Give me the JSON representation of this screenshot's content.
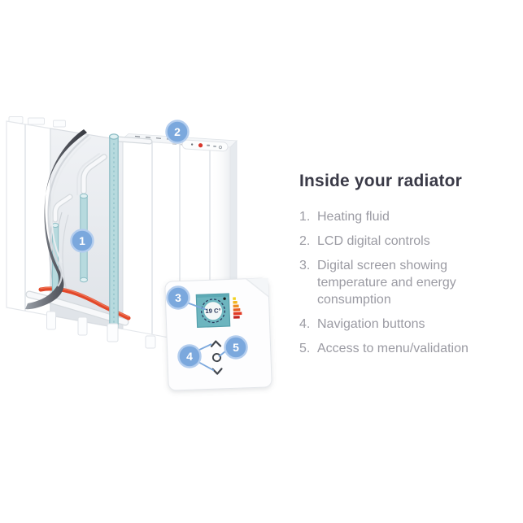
{
  "title": "Inside your radiator",
  "info_list": {
    "items": [
      {
        "num": "1.",
        "text": "Heating fluid"
      },
      {
        "num": "2.",
        "text": "LCD digital controls"
      },
      {
        "num": "3.",
        "text": "Digital screen showing temperature and energy consumption"
      },
      {
        "num": "4.",
        "text": "Navigation buttons"
      },
      {
        "num": "5.",
        "text": "Access to menu/validation"
      }
    ]
  },
  "diagram": {
    "callouts": [
      "1",
      "2",
      "3",
      "4",
      "5"
    ],
    "control_panel": {
      "screen_value": "19 C°"
    },
    "icons": {
      "chevron_up": "up-navigation-arrow",
      "chevron_down": "down-navigation-arrow",
      "menu_button": "circle-menu-validation-button",
      "energy_bars": "energy-consumption-indicator",
      "power_dot": "red-power-indicator"
    }
  },
  "colors": {
    "heading_text": "#3a3a47",
    "list_text": "#9b9ba3",
    "callout_blue": "#7ba8dd",
    "callout_rim": "#b3cdee",
    "lcd_screen_teal": "#6db5bf",
    "screen_digits_navy": "#253458",
    "heating_fluid_blue": "#b7dade",
    "heating_element_red": "#e2482a",
    "energy_bar_yellow": "#f2d21f",
    "energy_bar_orange": "#ef8d22",
    "energy_bar_red": "#e23a24",
    "radiator_white": "#ffffff",
    "peel_dark_gray": "#383a41"
  }
}
